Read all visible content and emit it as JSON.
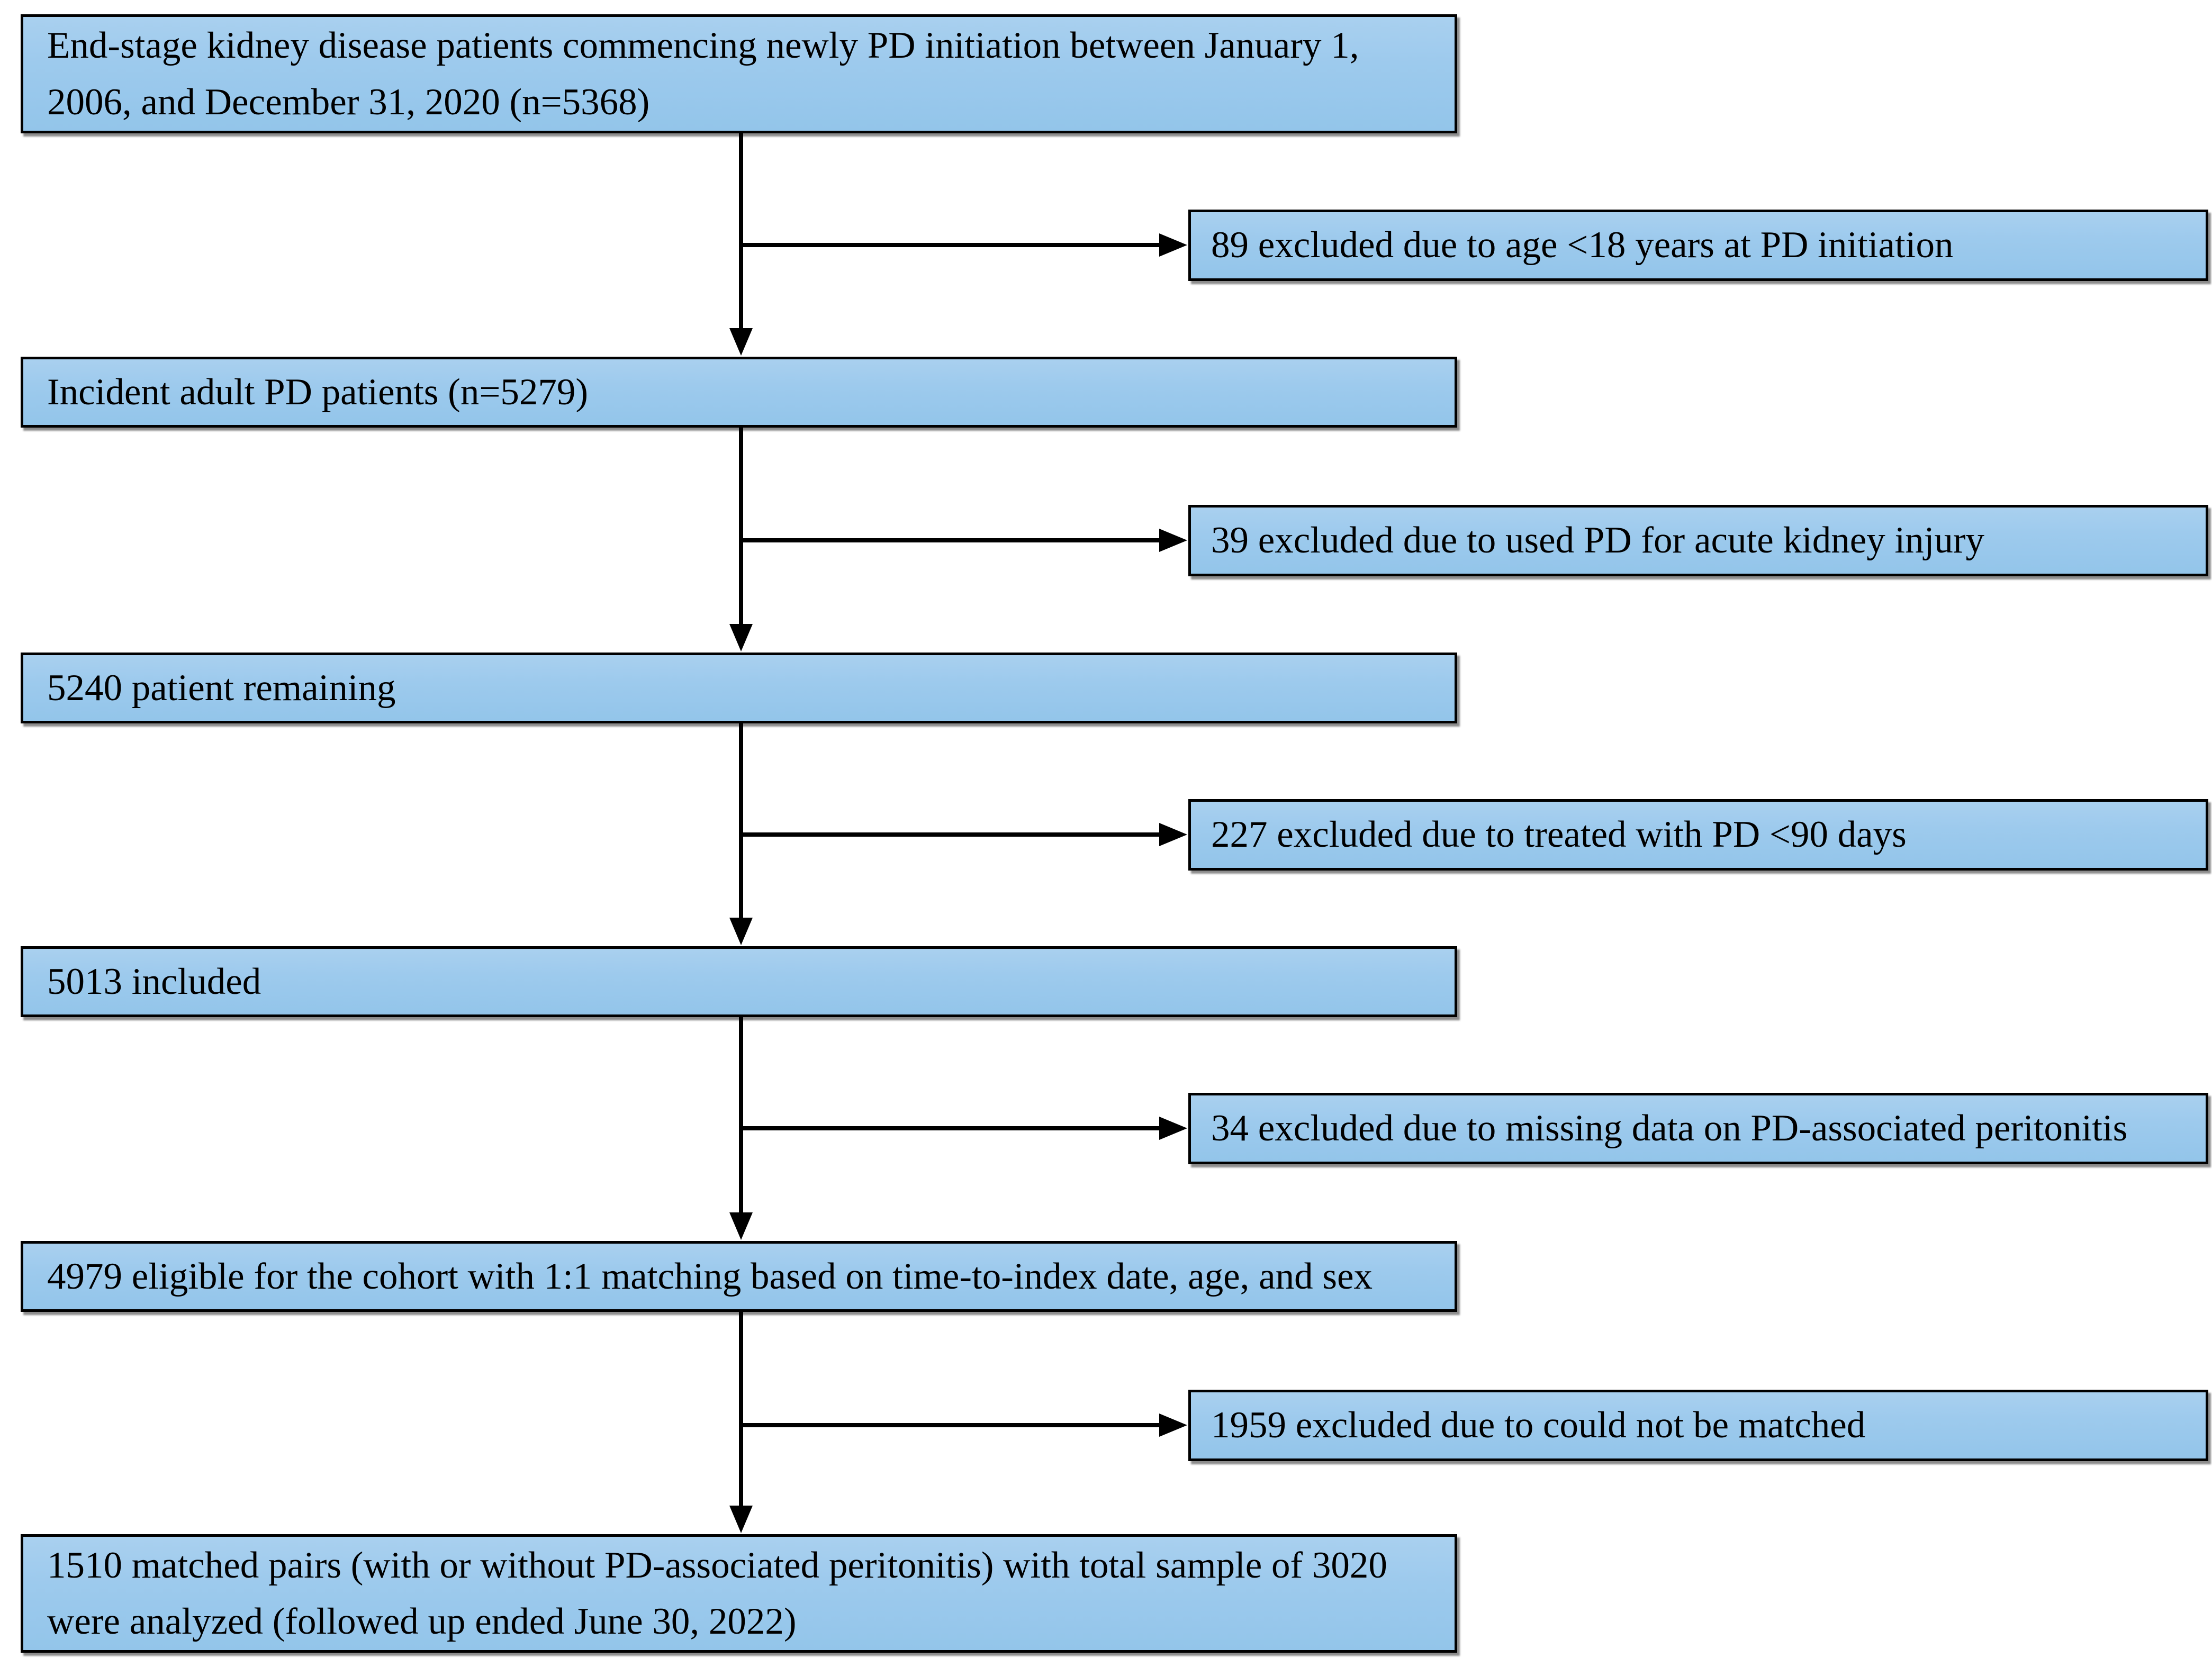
{
  "figure": {
    "kind": "patient-selection-flowchart",
    "colors": {
      "box_fill": "#9dcaed",
      "box_fill_top": "#a9d0ef",
      "box_border": "#000000",
      "connector": "#000000",
      "text": "#000000",
      "background": "#ffffff"
    }
  },
  "flow": {
    "main_boxes": [
      "End-stage kidney disease patients commencing newly PD initiation between January 1, 2006, and December 31, 2020 (n=5368)",
      "Incident adult PD patients (n=5279)",
      "5240 patient remaining",
      "5013 included",
      "4979 eligible for the cohort with 1:1 matching based on time-to-index date, age, and sex",
      "1510 matched pairs (with or without PD-associated peritonitis) with total sample of 3020 were analyzed (followed up ended June 30, 2022)"
    ],
    "exclusion_boxes": [
      "89 excluded due to age <18 years at PD initiation",
      "39 excluded due to used PD for acute kidney injury",
      "227 excluded due to treated with PD <90 days",
      "34 excluded due to missing data on PD-associated peritonitis",
      "1959 excluded due to could not be matched"
    ]
  }
}
